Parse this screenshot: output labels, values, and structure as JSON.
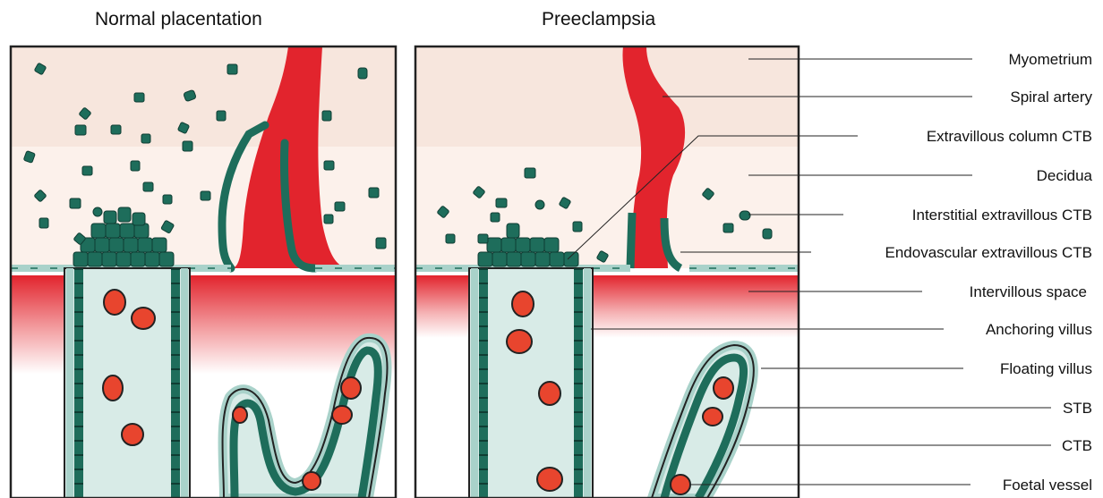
{
  "panels": {
    "normal_title": "Normal placentation",
    "preeclampsia_title": "Preeclampsia"
  },
  "labels": [
    "Myometrium",
    "Spiral artery",
    "Extravillous column CTB",
    "Decidua",
    "Interstitial extravillous CTB",
    "Endovascular extravillous CTB",
    "Intervillous space",
    "Anchoring villus",
    "Floating villus",
    "STB",
    "CTB",
    "Foetal vessel"
  ],
  "colors": {
    "myometrium": "#f7e6dd",
    "decidua": "#fcf1eb",
    "blood": "#e2242d",
    "cell": "#1e6d5b",
    "villus": "#d8ebe7",
    "stb": "#a9d2ca",
    "rbc": "#e8452e"
  }
}
